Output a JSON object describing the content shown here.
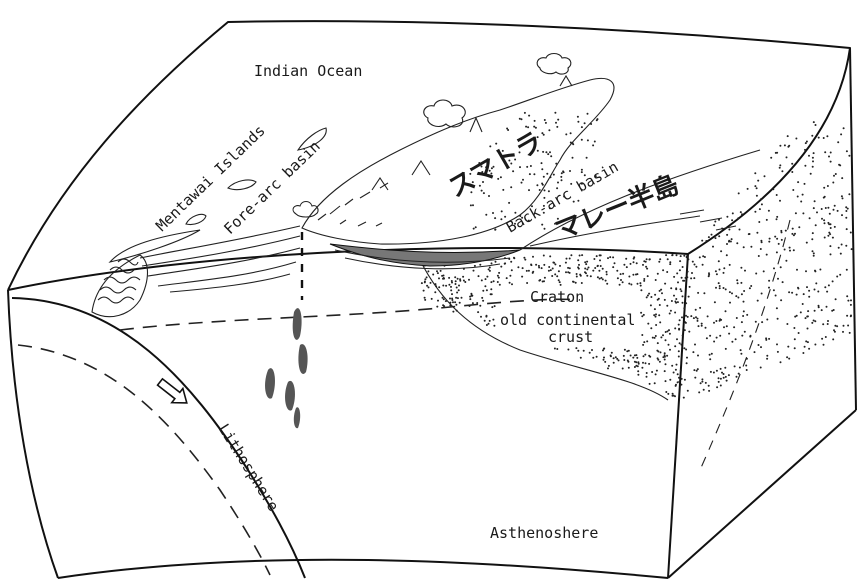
{
  "labels": {
    "indian_ocean": "Indian Ocean",
    "mentawai_islands": "Mentawai Islands",
    "fore_arc_basin": "Fore-arc basin",
    "sumatra": "スマトラ",
    "back_arc_basin": "Back-arc basin",
    "malay_peninsula": "マレー半島",
    "craton": "Craton",
    "old_continental": "old continental",
    "crust": "crust",
    "lithosphere": "Lithosphere",
    "asthenosphere": "Asthenoshere"
  },
  "colors": {
    "line": "#111111",
    "magma": "#555555",
    "background": "#ffffff"
  }
}
